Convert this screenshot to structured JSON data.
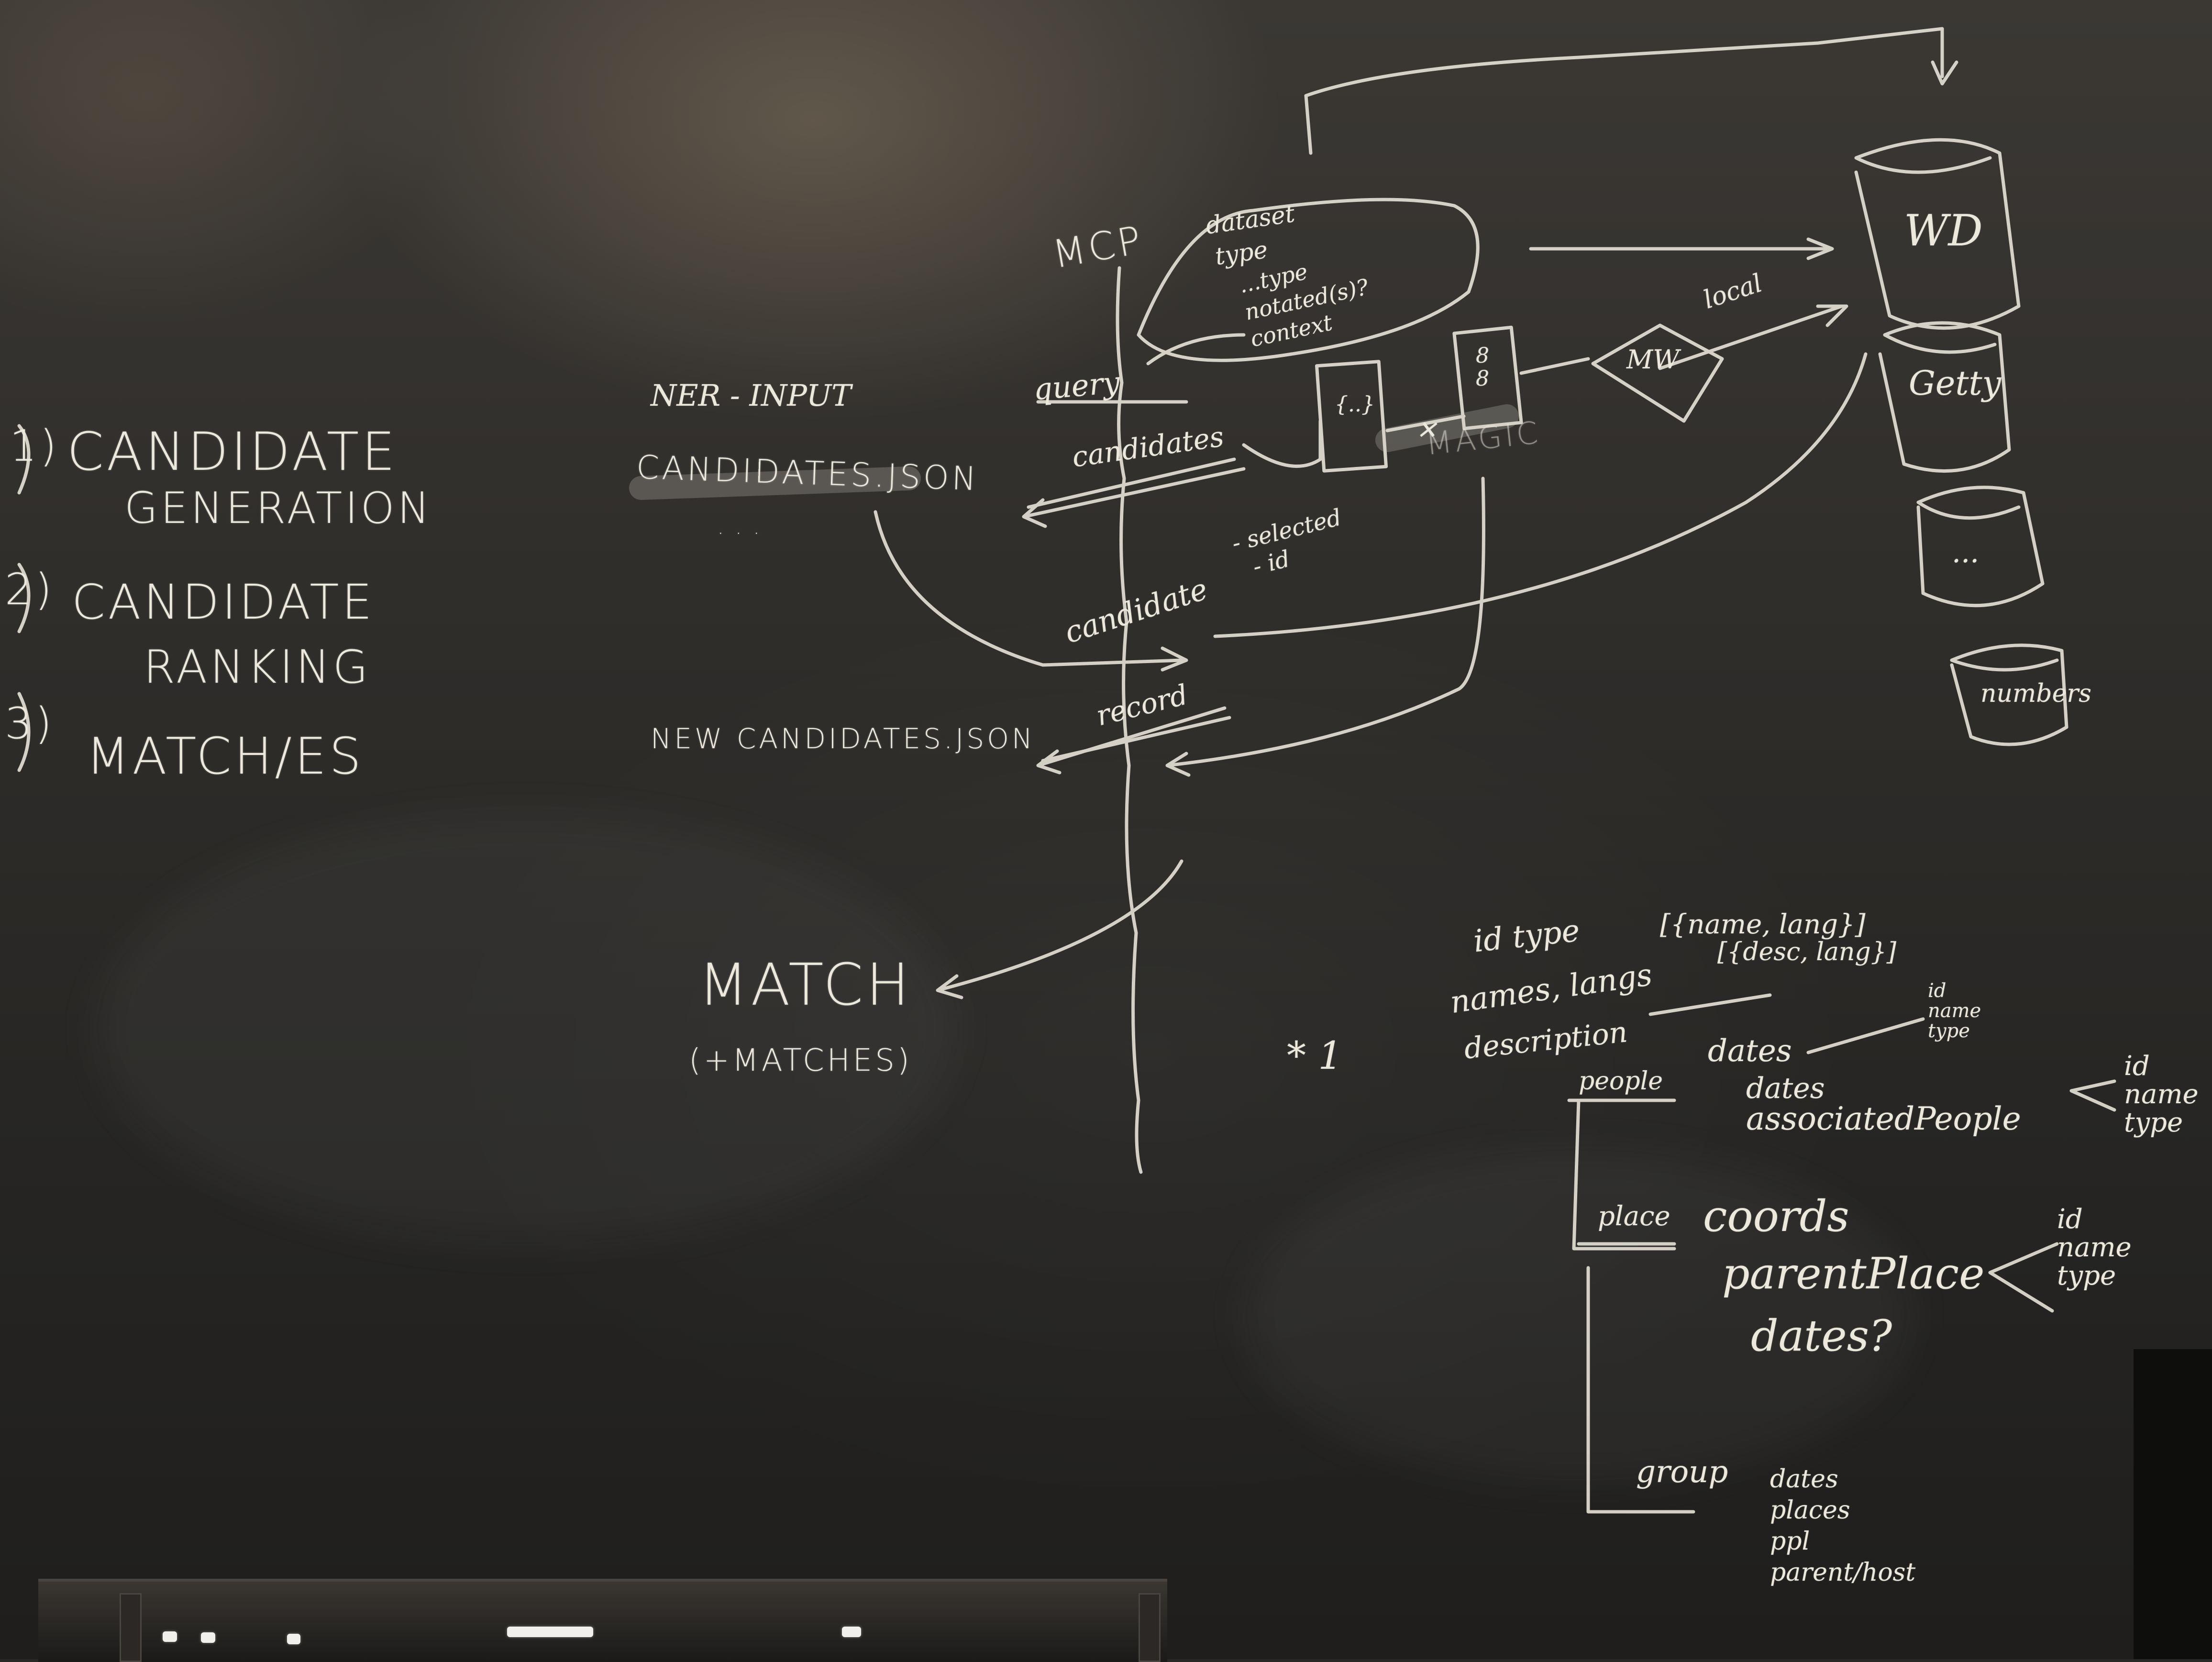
{
  "left_list": {
    "items": [
      {
        "number": "1)",
        "lines": [
          "CANDIDATE",
          "GENERATION"
        ]
      },
      {
        "number": "2)",
        "lines": [
          "CANDIDATE",
          "RANKING"
        ]
      },
      {
        "number": "3)",
        "lines": [
          "MATCH/ES"
        ]
      }
    ]
  },
  "flow": {
    "mcp_label": "MCP",
    "ner_input": "NER - INPUT",
    "candidates_file": "CANDIDATES.JSON",
    "ellipsis": ". . .",
    "new_candidates_file": "NEW CANDIDATES.JSON",
    "match": "MATCH",
    "matches": "(+MATCHES)",
    "query": "query",
    "candidates_arrow": "candidates",
    "candidate": "candidate",
    "selected_id": "- selected\n  - id",
    "record": "record",
    "dataset": "dataset",
    "type": "type",
    "note_params": "...type\nnotated(s)?\ncontext",
    "magic": "MAGIC",
    "box_a": "{..}",
    "box_b": "8\n8",
    "mw": "MW",
    "local": "local",
    "x_mark": "✕"
  },
  "databases": {
    "items": [
      "WD",
      "Getty",
      "...",
      "numbers"
    ]
  },
  "schema": {
    "top_star": "* 1",
    "id_type": "id type",
    "names_langs": "names, langs",
    "names_struct": "[{name, lang}]",
    "description": "description",
    "desc_struct": "[{desc, lang}]",
    "people_label": "people",
    "people_dates": "dates",
    "people_dates2": "dates",
    "associated_people": "associatedPeople",
    "id_name_type_small": "id\nname\ntype",
    "id_name_type_right": "id\nname\ntype",
    "place_label": "place",
    "coords": "coords",
    "parent_place": "parentPlace",
    "dates_q": "dates?",
    "place_id_name_type": "id\nname\ntype",
    "group_label": "group",
    "group_items": "dates\nplaces\nppl\nparent/host"
  }
}
